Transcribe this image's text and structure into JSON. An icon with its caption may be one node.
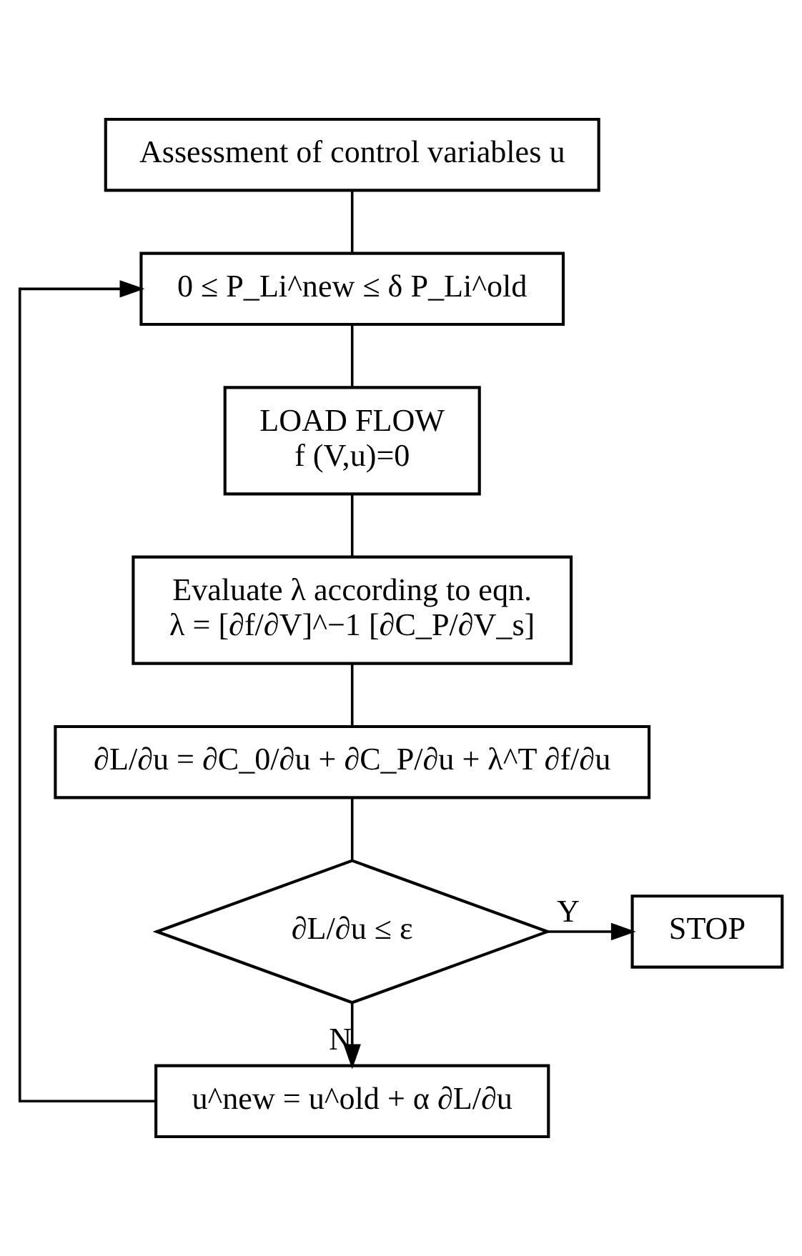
{
  "diagram": {
    "nodes": [
      {
        "text": [
          "Assessment of control variables u"
        ]
      },
      {
        "text": [
          "0 ≤ P_Li^new ≤ δ P_Li^old"
        ]
      },
      {
        "text": [
          "LOAD FLOW",
          "f (V,u)=0"
        ]
      },
      {
        "text": [
          "Evaluate λ according to eqn.",
          "λ = [∂f/∂V]^−1 [∂C_P/∂V_s]"
        ]
      },
      {
        "text": [
          "∂L/∂u = ∂C_0/∂u + ∂C_P/∂u + λ^T ∂f/∂u"
        ]
      },
      {
        "text": [
          "∂L/∂u ≤ ε"
        ]
      },
      {
        "text": [
          "STOP"
        ]
      },
      {
        "text": [
          "u^new = u^old + α ∂L/∂u"
        ]
      }
    ],
    "edges": [
      {
        "from": 0,
        "to": 1,
        "arrow": "none"
      },
      {
        "from": 1,
        "to": 2,
        "arrow": "none"
      },
      {
        "from": 2,
        "to": 3,
        "arrow": "none"
      },
      {
        "from": 3,
        "to": 4,
        "arrow": "none"
      },
      {
        "from": 4,
        "to": 5,
        "arrow": "none"
      },
      {
        "from": 5,
        "to": 6,
        "arrow": "to",
        "label": "Y"
      },
      {
        "from": 5,
        "to": 7,
        "arrow": "to",
        "label": "N"
      },
      {
        "from": 7,
        "to": 1,
        "arrow": "to"
      }
    ]
  }
}
